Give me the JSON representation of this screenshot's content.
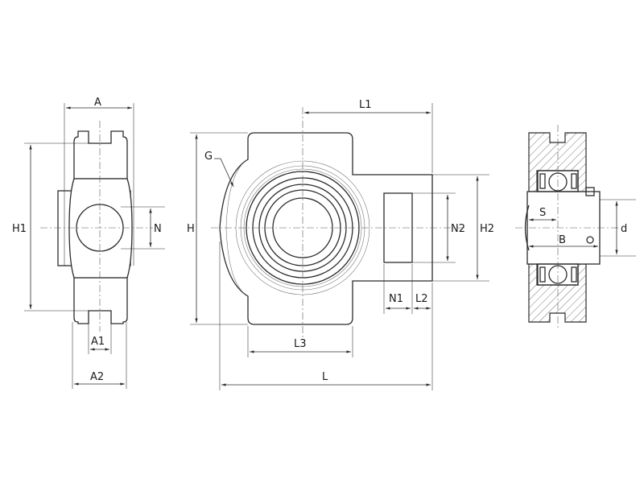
{
  "labels": {
    "A": "A",
    "H1": "H1",
    "N": "N",
    "A1": "A1",
    "A2": "A2",
    "G": "G",
    "H": "H",
    "L1": "L1",
    "N2": "N2",
    "H2": "H2",
    "N1": "N1",
    "L2": "L2",
    "L3": "L3",
    "L": "L",
    "S": "S",
    "B": "B",
    "d": "d"
  }
}
